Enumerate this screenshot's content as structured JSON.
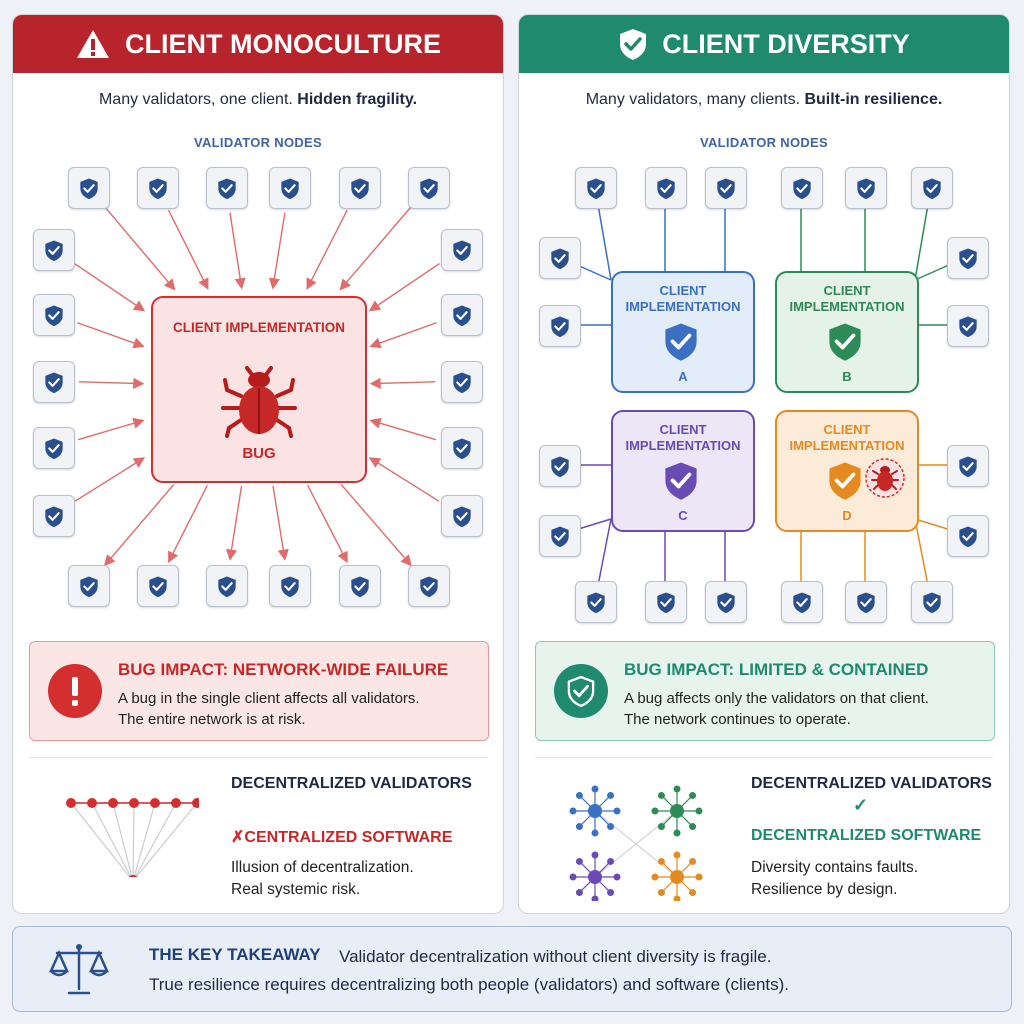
{
  "left": {
    "title": "CLIENT MONOCULTURE",
    "subtitle_plain": "Many validators, one client.",
    "subtitle_bold": "Hidden fragility.",
    "nodes_label": "VALIDATOR NODES",
    "client_label": "CLIENT IMPLEMENTATION",
    "bug_label": "BUG",
    "impact_title": "BUG IMPACT: NETWORK-WIDE FAILURE",
    "impact_line1": "A bug in the single client affects all validators.",
    "impact_line2": "The entire network is at risk.",
    "bottom_title1": "DECENTRALIZED VALIDATORS",
    "bottom_mark": "✗",
    "bottom_title2": "CENTRALIZED SOFTWARE",
    "bottom_line1": "Illusion of decentralization.",
    "bottom_line2": "Real systemic risk.",
    "colors": {
      "header": "#b8242b",
      "accent": "#d32f2f"
    }
  },
  "right": {
    "title": "CLIENT DIVERSITY",
    "subtitle_plain": "Many validators, many clients.",
    "subtitle_bold": "Built-in resilience.",
    "nodes_label": "VALIDATOR NODES",
    "clients": [
      {
        "line1": "CLIENT",
        "line2": "IMPLEMENTATION",
        "letter": "A",
        "color": "#3b6fc4"
      },
      {
        "line1": "CLIENT",
        "line2": "IMPLEMENTATION",
        "letter": "B",
        "color": "#2e8b57"
      },
      {
        "line1": "CLIENT",
        "line2": "IMPLEMENTATION",
        "letter": "C",
        "color": "#6a4bb5"
      },
      {
        "line1": "CLIENT",
        "line2": "IMPLEMENTATION",
        "letter": "D",
        "color": "#e58a1f"
      }
    ],
    "impact_title": "BUG IMPACT: LIMITED & CONTAINED",
    "impact_line1": "A bug affects only the validators on that client.",
    "impact_line2": "The network continues to operate.",
    "bottom_title1": "DECENTRALIZED VALIDATORS",
    "bottom_mark": "✓",
    "bottom_title2": "DECENTRALIZED SOFTWARE",
    "bottom_line1": "Diversity contains faults.",
    "bottom_line2": "Resilience by design.",
    "colors": {
      "header": "#1f8a6e",
      "accent": "#1f8a6e"
    }
  },
  "takeaway": {
    "title": "THE KEY TAKEAWAY",
    "line1": "Validator decentralization without client diversity is fragile.",
    "line2": "True resilience requires decentralizing both people (validators) and software (clients)."
  },
  "icons": {
    "header_left": "warning-triangle-icon",
    "header_right": "shield-check-icon",
    "validator": "shield-check-icon",
    "bug": "bug-icon",
    "impact_left": "exclamation-icon",
    "impact_right": "shield-check-icon",
    "takeaway": "balance-scale-icon"
  }
}
